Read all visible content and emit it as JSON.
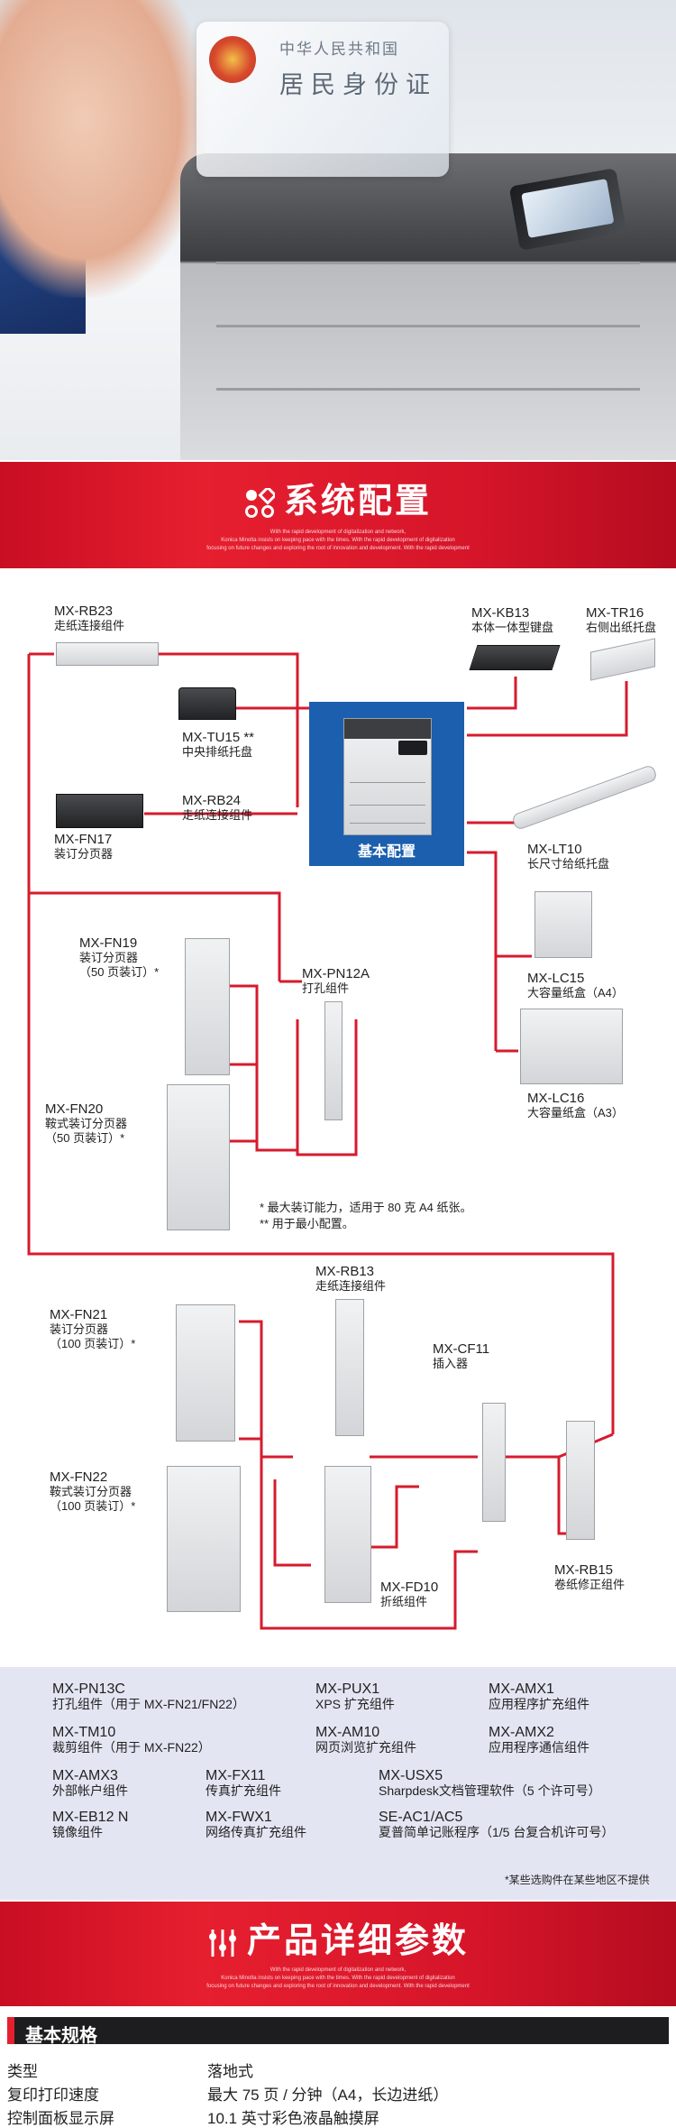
{
  "hero": {
    "id_card_country": "中华人民共和国",
    "id_card_title": "居民身份证"
  },
  "section1": {
    "title": "系统配置",
    "subtitle_lines": [
      "With the rapid development of digitalization and network,",
      "Konica Minolta insists on keeping pace with the times. With the rapid development of digitalization",
      "focusing on future changes and exploring the root of innovation and development. With the rapid development"
    ]
  },
  "config": {
    "center_label": "基本配置",
    "items": {
      "rb23": {
        "model": "MX-RB23",
        "desc": "走纸连接组件"
      },
      "tu15": {
        "model": "MX-TU15 **",
        "desc": "中央排纸托盘"
      },
      "rb24": {
        "model": "MX-RB24",
        "desc": "走纸连接组件"
      },
      "fn17": {
        "model": "MX-FN17",
        "desc": "装订分页器"
      },
      "kb13": {
        "model": "MX-KB13",
        "desc": "本体一体型键盘"
      },
      "tr16": {
        "model": "MX-TR16",
        "desc": "右侧出纸托盘"
      },
      "lt10": {
        "model": "MX-LT10",
        "desc": "长尺寸给纸托盘"
      },
      "lc15": {
        "model": "MX-LC15",
        "desc": "大容量纸盒（A4）"
      },
      "lc16": {
        "model": "MX-LC16",
        "desc": "大容量纸盒（A3）"
      },
      "fn19": {
        "model": "MX-FN19",
        "desc": "装订分页器",
        "desc2": "（50 页装订）*"
      },
      "pn12a": {
        "model": "MX-PN12A",
        "desc": "打孔组件"
      },
      "fn20": {
        "model": "MX-FN20",
        "desc": "鞍式装订分页器",
        "desc2": "（50 页装订）*"
      },
      "rb13": {
        "model": "MX-RB13",
        "desc": "走纸连接组件"
      },
      "fn21": {
        "model": "MX-FN21",
        "desc": "装订分页器",
        "desc2": "（100 页装订）*"
      },
      "cf11": {
        "model": "MX-CF11",
        "desc": "插入器"
      },
      "fn22": {
        "model": "MX-FN22",
        "desc": "鞍式装订分页器",
        "desc2": "（100 页装订）*"
      },
      "fd10": {
        "model": "MX-FD10",
        "desc": "折纸组件"
      },
      "rb15": {
        "model": "MX-RB15",
        "desc": "卷纸修正组件"
      }
    },
    "notes": [
      "* 最大装订能力，适用于 80 克 A4 纸张。",
      "** 用于最小配置。"
    ]
  },
  "accessories": {
    "items": [
      {
        "model": "MX-PN13C",
        "desc": "打孔组件（用于 MX-FN21/FN22）"
      },
      {
        "model": "MX-PUX1",
        "desc": "XPS 扩充组件"
      },
      {
        "model": "MX-AMX1",
        "desc": "应用程序扩充组件"
      },
      {
        "model": "MX-TM10",
        "desc": "裁剪组件（用于 MX-FN22）"
      },
      {
        "model": "MX-AM10",
        "desc": "网页浏览扩充组件"
      },
      {
        "model": "MX-AMX2",
        "desc": "应用程序通信组件"
      },
      {
        "model": "MX-AMX3",
        "desc": "外部帐户组件"
      },
      {
        "model": "MX-FX11",
        "desc": "传真扩充组件"
      },
      {
        "model": "MX-USX5",
        "desc": "Sharpdesk文档管理软件（5 个许可号）"
      },
      {
        "model": "MX-EB12 N",
        "desc": "镜像组件"
      },
      {
        "model": "MX-FWX1",
        "desc": "网络传真扩充组件"
      },
      {
        "model": "SE-AC1/AC5",
        "desc": "夏普简单记账程序（1/5 台复合机许可号）"
      }
    ],
    "footnote": "*某些选购件在某些地区不提供"
  },
  "section2": {
    "title": "产品详细参数",
    "subtitle_lines": [
      "With the rapid development of digitalization and network,",
      "Konica Minolta insists on keeping pace with the times. With the rapid development of digitalization",
      "focusing on future changes and exploring the root of innovation and development. With the rapid development"
    ]
  },
  "specs": {
    "header": "基本规格",
    "rows": [
      {
        "key": "类型",
        "value": "落地式"
      },
      {
        "key": "复印打印速度",
        "value": "最大 75 页 / 分钟（A4，长边进纸）"
      },
      {
        "key": "控制面板显示屏",
        "value": "10.1 英寸彩色液晶触摸屏"
      }
    ]
  },
  "colors": {
    "brand_red": "#e61f2f",
    "center_blue": "#1b5fae",
    "acc_bg": "#e3e6f2"
  }
}
